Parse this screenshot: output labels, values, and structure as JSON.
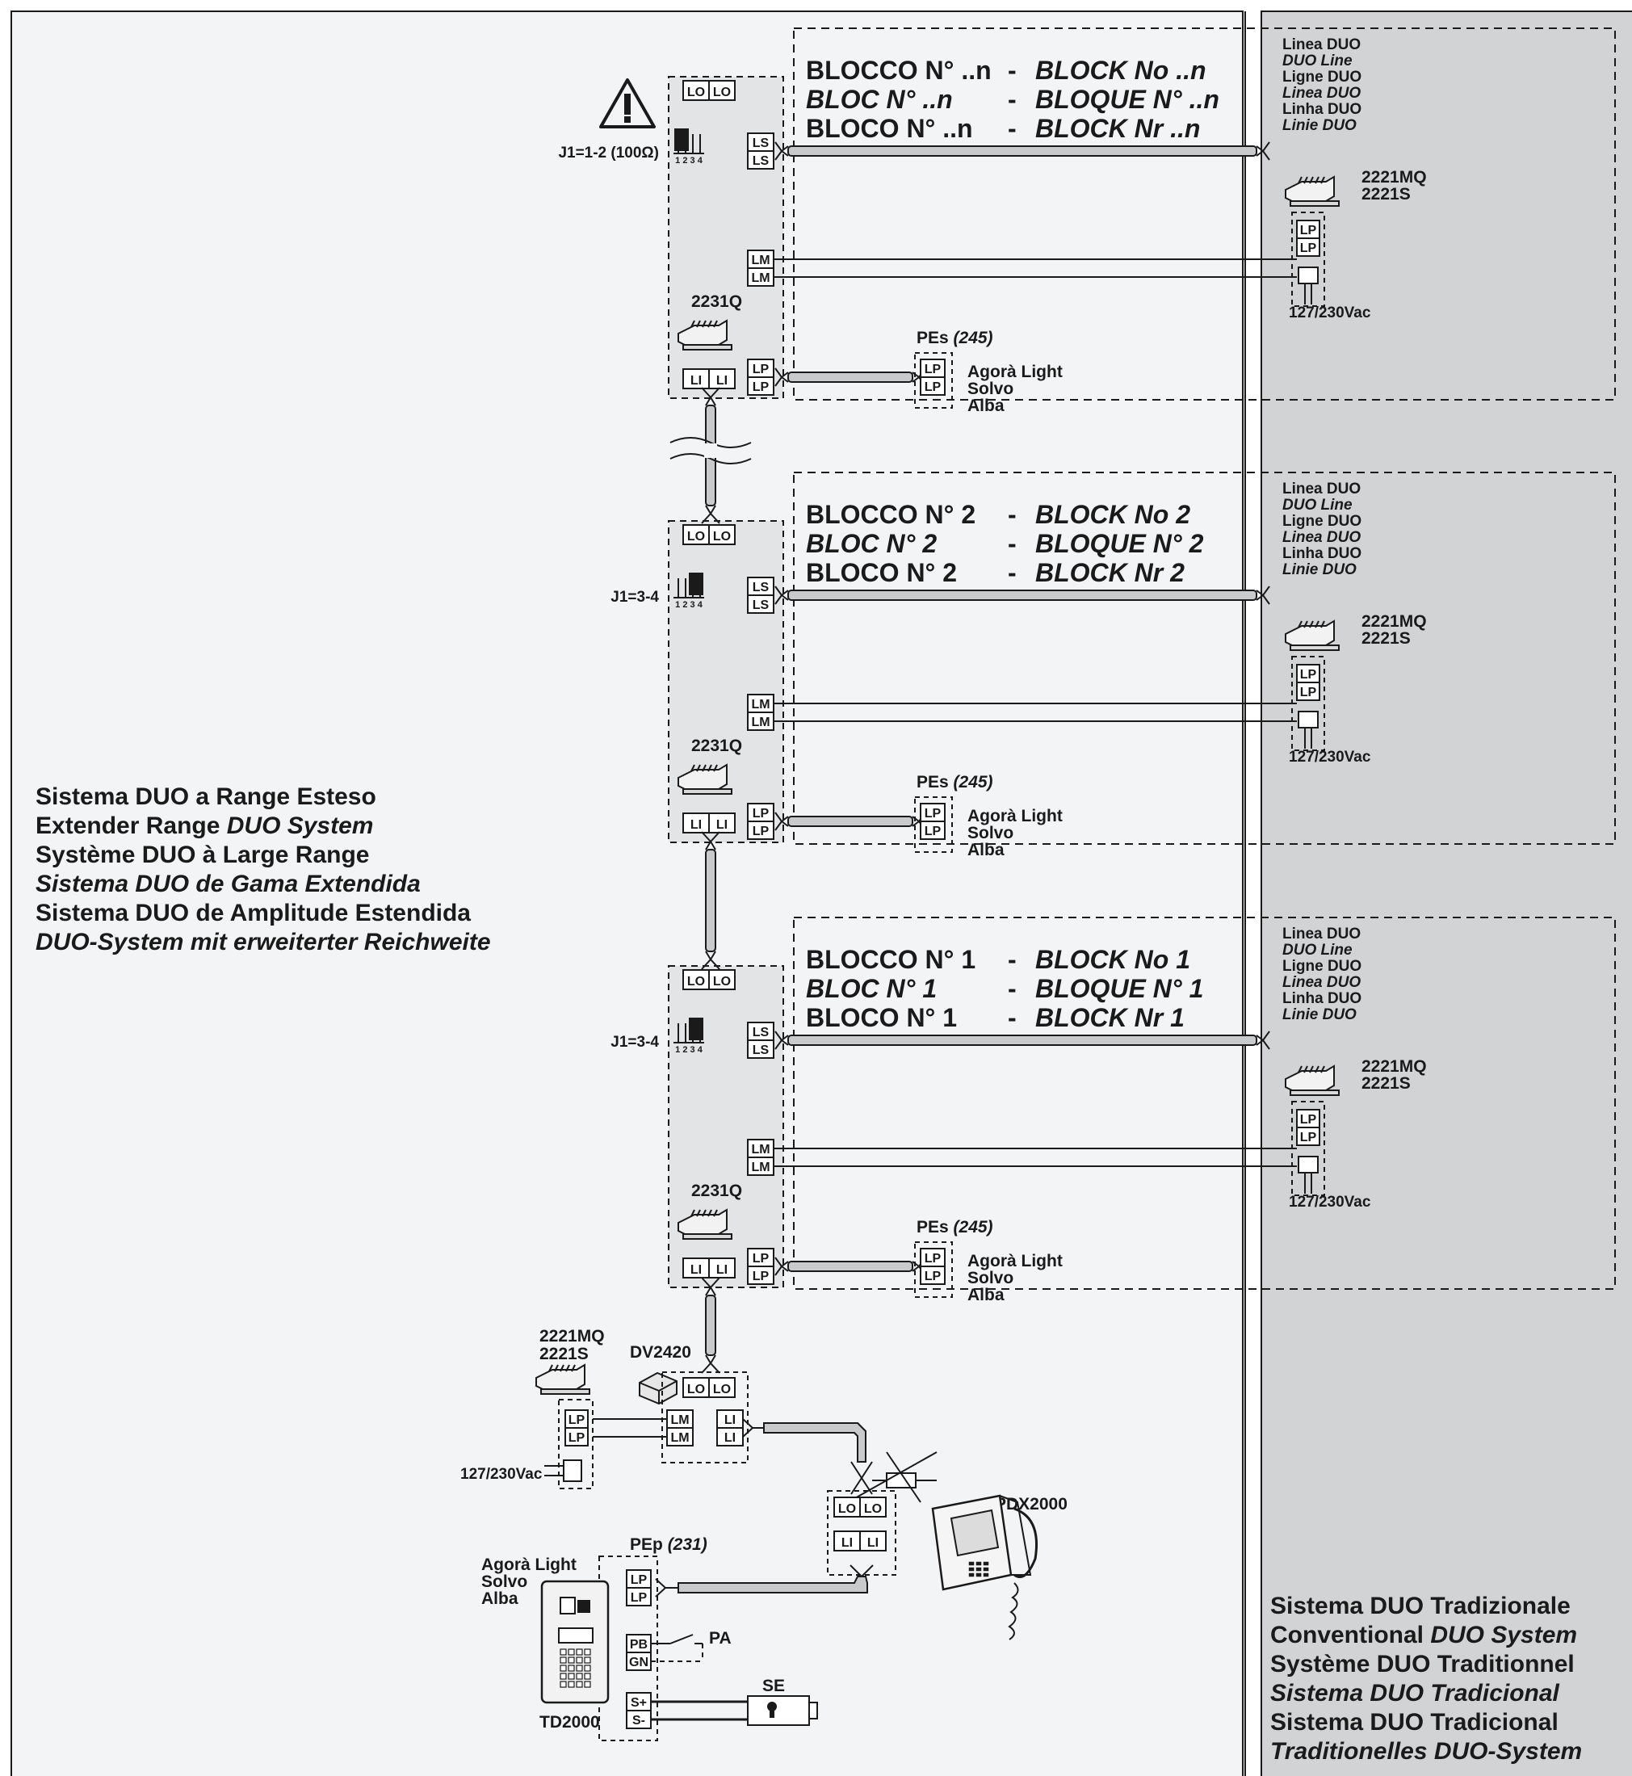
{
  "left_title": [
    {
      "text": "Sistema DUO a Range Esteso",
      "italic": false
    },
    {
      "text": "Extender Range ",
      "italic": false,
      "suffix": "DUO System"
    },
    {
      "text": "Système DUO à Large Range",
      "italic": false
    },
    {
      "text": "Sistema DUO de Gama Extendida",
      "italic": true
    },
    {
      "text": "Sistema DUO de Amplitude Estendida",
      "italic": false
    },
    {
      "text": "DUO-System mit erweiterter Reichweite",
      "italic": true
    }
  ],
  "right_title": [
    {
      "text": "Sistema DUO Tradizionale",
      "italic": false
    },
    {
      "text": "Conventional ",
      "italic": false,
      "suffix": "DUO System"
    },
    {
      "text": "Système DUO Traditionnel",
      "italic": false
    },
    {
      "text": "Sistema DUO Tradicional",
      "italic": true
    },
    {
      "text": "Sistema DUO Tradicional",
      "italic": false
    },
    {
      "text": "Traditionelles DUO-System",
      "italic": true
    }
  ],
  "blocks": [
    {
      "id": "n",
      "title_lines": [
        {
          "left": "BLOCCO N° ..n",
          "left_italic": false,
          "right": "BLOCK No ..n"
        },
        {
          "left": "BLOC N° ..n",
          "left_italic": true,
          "right": "BLOQUE N° ..n"
        },
        {
          "left": "BLOCO N° ..n",
          "left_italic": false,
          "right": "BLOCK Nr ..n"
        }
      ],
      "jumper": "J1=1-2 (100Ω)",
      "jumper_pos": "1-2",
      "warning": true
    },
    {
      "id": "2",
      "title_lines": [
        {
          "left": "BLOCCO N° 2",
          "left_italic": false,
          "right": "BLOCK No 2"
        },
        {
          "left": "BLOC N° 2",
          "left_italic": true,
          "right": "BLOQUE N° 2"
        },
        {
          "left": "BLOCO N° 2",
          "left_italic": false,
          "right": "BLOCK Nr 2"
        }
      ],
      "jumper": "J1=3-4",
      "jumper_pos": "3-4",
      "warning": false
    },
    {
      "id": "1",
      "title_lines": [
        {
          "left": "BLOCCO N° 1",
          "left_italic": false,
          "right": "BLOCK No 1"
        },
        {
          "left": "BLOC N° 1",
          "left_italic": true,
          "right": "BLOQUE N° 1"
        },
        {
          "left": "BLOCO N° 1",
          "left_italic": false,
          "right": "BLOCK Nr 1"
        }
      ],
      "jumper": "J1=3-4",
      "jumper_pos": "3-4",
      "warning": false
    }
  ],
  "block_common": {
    "dash": "-",
    "jumper_digits": "1 2 3 4",
    "terminals": {
      "LO": "LO",
      "LS": "LS",
      "LM": "LM",
      "LP": "LP",
      "LI": "LI"
    },
    "module": "2231Q",
    "pes_label": "PEs",
    "pes_num": "(245)",
    "panels": [
      "Agorà Light",
      "Solvo",
      "Alba"
    ],
    "duo_line": [
      {
        "text": "Linea DUO",
        "italic": false
      },
      {
        "text": "DUO Line",
        "italic": true
      },
      {
        "text": "Ligne DUO",
        "italic": false
      },
      {
        "text": "Linea DUO",
        "italic": true
      },
      {
        "text": "Linha DUO",
        "italic": false
      },
      {
        "text": "Linie DUO",
        "italic": true
      }
    ],
    "psu": [
      "2221MQ",
      "2221S"
    ],
    "mains": "127/230Vac"
  },
  "bottom": {
    "psu": [
      "2221MQ",
      "2221S"
    ],
    "mains": "127/230Vac",
    "distributor": "DV2420",
    "pep_label": "PEp",
    "pep_num": "(231)",
    "panels": [
      "Agorà Light",
      "Solvo",
      "Alba"
    ],
    "door_panel": "TD2000",
    "monitor": "PDX2000",
    "terminals": {
      "LO": "LO",
      "LM": "LM",
      "LI": "LI",
      "LP": "LP",
      "PB": "PB",
      "GN": "GN",
      "SP": "S+",
      "SM": "S-"
    },
    "push_button": "PA",
    "lock": "SE"
  },
  "colors": {
    "right_panel": "#d2d3d5",
    "left_panel": "#f3f4f5",
    "module_fill": "#e3e4e6",
    "cable_fill": "#c9cacc",
    "stroke": "#1a1a1a"
  }
}
